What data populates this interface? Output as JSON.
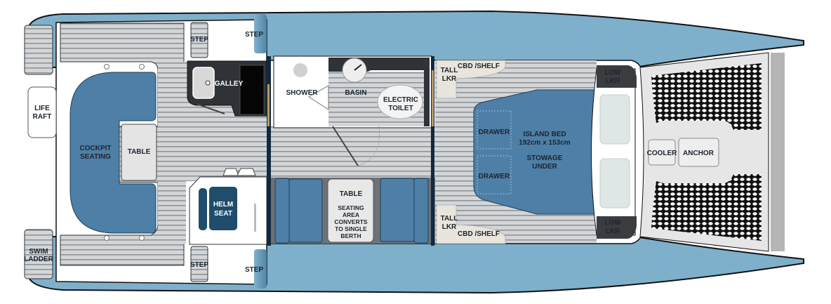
{
  "title": "Catamaran deck layout",
  "colors": {
    "hull": "#7fb0cb",
    "hull_dark": "#5e94b3",
    "deck_teak": "#cfd1d3",
    "deck_line": "#9a9ea3",
    "upholstery": "#4e7fa6",
    "helm_seat": "#1f4d6b",
    "dark_cabinet": "#2f3236",
    "locker_beige": "#e9e5dc",
    "outline": "#111111"
  },
  "labels": {
    "step_top_small": "STEP",
    "step_top_large": "STEP",
    "step_bottom_small": "STEP",
    "step_bottom_large": "STEP",
    "life_raft": [
      "LIFE",
      "RAFT"
    ],
    "swim_ladder": [
      "SWIM",
      "LADDER"
    ],
    "cockpit_seating": [
      "COCKPIT",
      "SEATING"
    ],
    "cockpit_table": "TABLE",
    "galley": "GALLEY",
    "helm_seat": [
      "HELM",
      "SEAT"
    ],
    "shower": "SHOWER",
    "basin": "BASIN",
    "electric_toilet": [
      "ELECTRIC",
      "TOILET"
    ],
    "saloon_table": "TABLE",
    "saloon_note": [
      "SEATING",
      "AREA",
      "CONVERTS",
      "TO SINGLE",
      "BERTH"
    ],
    "tall_locker_top": [
      "TALL",
      "LKR"
    ],
    "tall_locker_bottom": [
      "TALL",
      "LKR"
    ],
    "cbd_shelf_top": "CBD /SHELF",
    "cbd_shelf_bottom": "CBD /SHELF",
    "drawer_top": "DRAWER",
    "drawer_bottom": "DRAWER",
    "island_bed": [
      "ISLAND BED",
      "192cm x 153cm"
    ],
    "stowage": [
      "STOWAGE",
      "UNDER"
    ],
    "low_locker_top": [
      "LOW",
      "LKR"
    ],
    "low_locker_bottom": [
      "LOW",
      "LKR"
    ],
    "cooler": "COOLER",
    "anchor": "ANCHOR"
  }
}
